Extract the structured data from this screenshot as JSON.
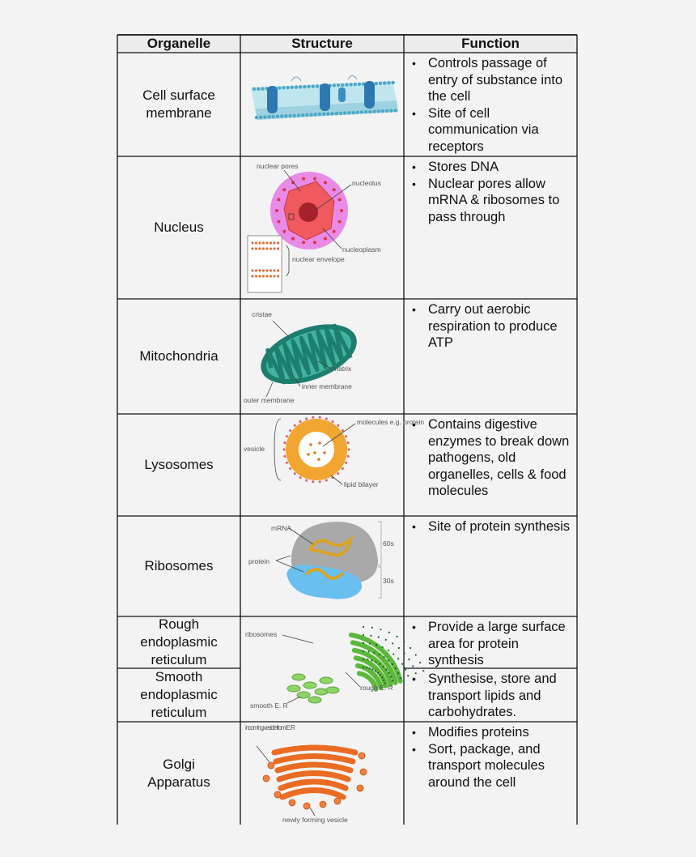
{
  "headers": {
    "organelle": "Organelle",
    "structure": "Structure",
    "function": "Function"
  },
  "rows": [
    {
      "organelle": "Cell surface\nmembrane",
      "functions": [
        "Controls passage of entry of substance into the cell",
        "Site of cell communication via receptors"
      ]
    },
    {
      "organelle": "Nucleus",
      "functions": [
        "Stores DNA",
        "Nuclear pores allow mRNA & ribosomes to pass through"
      ]
    },
    {
      "organelle": "Mitochondria",
      "functions": [
        "Carry out aerobic respiration to produce ATP"
      ]
    },
    {
      "organelle": "Lysosomes",
      "functions": [
        "Contains digestive enzymes to break down pathogens, old organelles, cells & food molecules"
      ]
    },
    {
      "organelle": "Ribosomes",
      "functions": [
        "Site of protein synthesis"
      ]
    },
    {
      "organelle": "Rough\nendoplasmic\nreticulum",
      "functions": [
        "Provide a large surface area for protein synthesis"
      ]
    },
    {
      "organelle": "Smooth\nendoplasmic\nreticulum",
      "functions": [
        "Synthesise, store and transport lipids and carbohydrates."
      ]
    },
    {
      "organelle": "Golgi\nApparatus",
      "functions": [
        "Modifies proteins",
        "Sort, package, and transport molecules around the cell"
      ]
    }
  ],
  "diagram_labels": {
    "nucleus": {
      "pores": "nuclear pores",
      "nucleolus": "nucleolus",
      "nucleoplasm": "nucleoplasm",
      "envelope": "nuclear envelope"
    },
    "mitochondria": {
      "cristae": "cristae",
      "matrix": "matrix",
      "inner": "inner membrane",
      "outer": "outer membrane"
    },
    "lysosome": {
      "molecules": "molecules e.g. protein",
      "vesicle": "vesicle",
      "bilayer": "lipid bilayer"
    },
    "ribosome": {
      "rna": "mRNA",
      "protein": "protein",
      "large": "60s",
      "small": "30s"
    },
    "er": {
      "ribosomes": "ribosomes",
      "smooth": "smooth E. R",
      "rough": "rough E. R"
    },
    "golgi": {
      "incoming": "incoming vesicle from E. R",
      "forming": "newly forming vesicle"
    }
  },
  "colors": {
    "nucleus_outer": "#e98be6",
    "nucleus_inner": "#f0595d",
    "nucleolus": "#a4232a",
    "mito_outer": "#1d7e6e",
    "mito_inner": "#42b39e",
    "lyso_ring": "#f3a531",
    "ribo_large": "#a9a9a9",
    "ribo_small": "#68bff0",
    "er_green": "#5cb83a",
    "golgi_orange": "#ea6b22"
  }
}
